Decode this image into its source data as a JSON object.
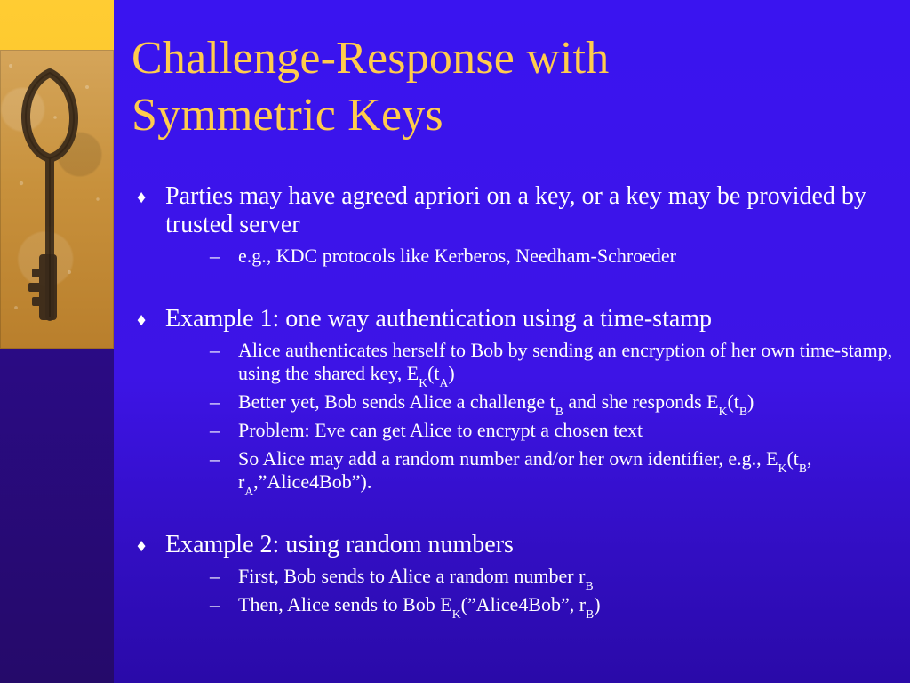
{
  "slide": {
    "title_line1": "Challenge-Response with",
    "title_line2": "Symmetric Keys",
    "bullets": [
      {
        "text": "Parties may have agreed apriori on a key, or a key may be provided by trusted server",
        "subs": [
          {
            "parts": [
              "e.g., KDC protocols like Kerberos, Needham-Schroeder"
            ]
          }
        ]
      },
      {
        "text": "Example 1: one way authentication using a time-stamp",
        "subs": [
          {
            "parts": [
              "Alice authenticates herself to Bob by sending an encryption of her own time-stamp, using the shared key, E",
              "K",
              "(t",
              "A",
              ")"
            ]
          },
          {
            "parts": [
              "Better yet, Bob sends Alice a challenge t",
              "B",
              " and she responds E",
              "K",
              "(t",
              "B",
              ")"
            ]
          },
          {
            "parts": [
              "Problem: Eve can get Alice to encrypt a chosen text"
            ]
          },
          {
            "parts": [
              "So Alice may add a random number and/or her own identifier, e.g., E",
              "K",
              "(t",
              "B",
              ", r",
              "A",
              ",”Alice4Bob”)."
            ]
          }
        ]
      },
      {
        "text": "Example 2: using random numbers",
        "subs": [
          {
            "parts": [
              "First, Bob sends to Alice a random number r",
              "B"
            ]
          },
          {
            "parts": [
              "Then, Alice sends to Bob E",
              "K",
              "(”Alice4Bob”, r",
              "B",
              ")"
            ]
          }
        ]
      }
    ]
  },
  "icons": {
    "bullet_marker": "diamond",
    "sub_marker": "dash",
    "decor_image": "key-photo-icon"
  },
  "colors": {
    "background": "#3a14f0",
    "title": "#ffcc4d",
    "text": "#ffffff",
    "left_band_gold": "#f2b400",
    "left_band_dark": "#2a0b84"
  }
}
